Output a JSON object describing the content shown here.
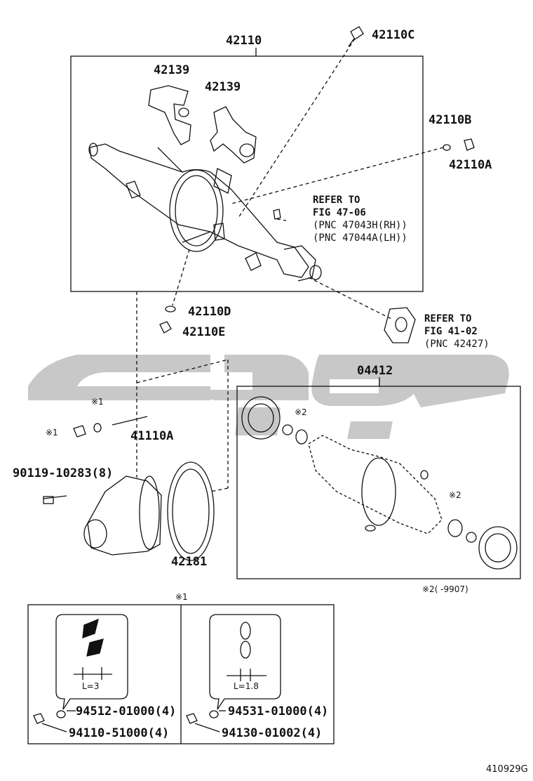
{
  "parts": {
    "p42110": "42110",
    "p42110C": "42110C",
    "p42139a": "42139",
    "p42139b": "42139",
    "p42110B": "42110B",
    "p42110A": "42110A",
    "p42110D": "42110D",
    "p42110E": "42110E",
    "p04412": "04412",
    "p41110A": "41110A",
    "p90119": "90119-10283(8)",
    "p42181": "42181",
    "p94512": "94512-01000(4)",
    "p94110": "94110-51000(4)",
    "p94531": "94531-01000(4)",
    "p94130": "94130-01002(4)"
  },
  "refs": {
    "ref1": [
      "REFER TO",
      "FIG 47-06",
      "(PNC 47043H(RH))",
      "(PNC 47044A(LH))"
    ],
    "ref2": [
      "REFER TO",
      "FIG 41-02",
      "(PNC 42427)"
    ]
  },
  "marks": {
    "m1_top": "※1",
    "m1_left": "※1",
    "m2_a": "※2",
    "m2_b": "※2",
    "m1_box": "※1",
    "m2_note": "※2(      -9907)"
  },
  "dims": {
    "left": "L=3",
    "right": "L=1.8"
  },
  "figure_code": "410929G",
  "colors": {
    "line": "#111111",
    "watermark": "#c8c8c8"
  }
}
